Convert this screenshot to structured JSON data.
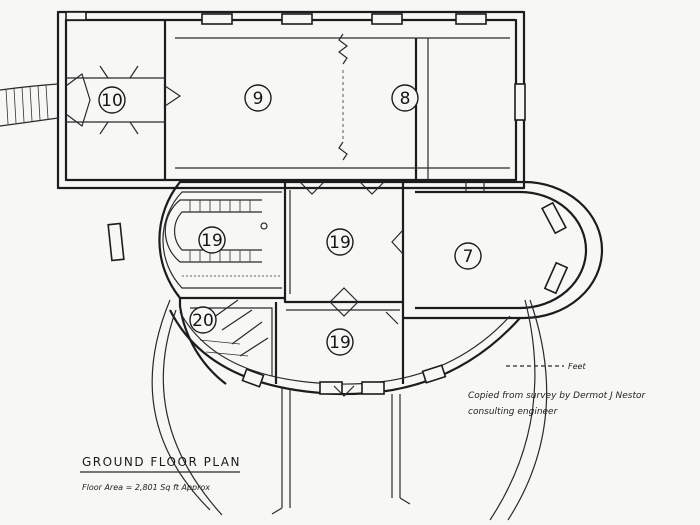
{
  "plan": {
    "title": "GROUND FLOOR PLAN",
    "subtitle": "Floor Area = 2,801 Sq ft Approx",
    "scale_label": "Feet",
    "note_line1": "Copied from survey by Dermot J Nestor",
    "note_line2": "consulting engineer",
    "rooms": [
      {
        "label": "10"
      },
      {
        "label": "9"
      },
      {
        "label": "8"
      },
      {
        "label": "19"
      },
      {
        "label": "19"
      },
      {
        "label": "7"
      },
      {
        "label": "20"
      },
      {
        "label": "19"
      }
    ]
  }
}
